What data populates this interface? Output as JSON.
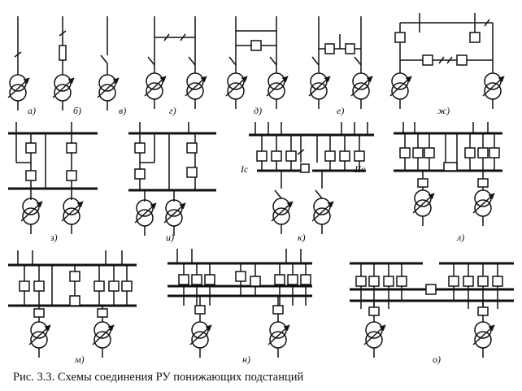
{
  "figure": {
    "caption": "Рис. 3.3. Схемы соединения РУ понижающих подстанций",
    "panel_labels": [
      "а)",
      "б)",
      "в)",
      "г)",
      "д)",
      "е)",
      "ж)",
      "з)",
      "и)",
      "к)",
      "л)",
      "м)",
      "н)",
      "о)"
    ],
    "bus_section_labels": [
      "Iс",
      "IIс"
    ]
  }
}
